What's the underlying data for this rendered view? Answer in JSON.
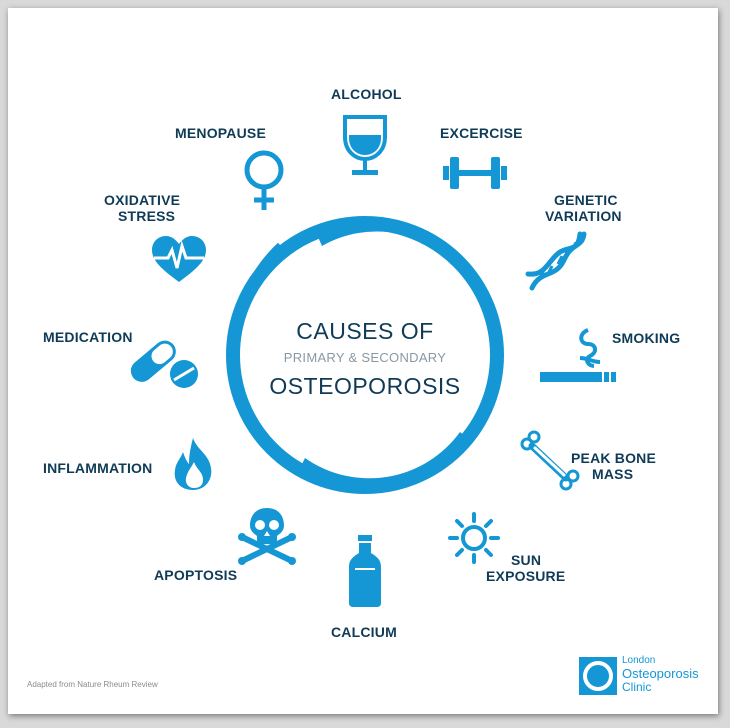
{
  "center": {
    "title_line1": "CAUSES OF",
    "subtitle": "PRIMARY & SECONDARY",
    "title_line2": "OSTEOPOROSIS"
  },
  "causes": {
    "alcohol": "ALCOHOL",
    "exercise": "EXCERCISE",
    "genetic_1": "GENETIC",
    "genetic_2": "VARIATION",
    "smoking": "SMOKING",
    "peak_bone_1": "PEAK BONE",
    "peak_bone_2": "MASS",
    "sun_1": "SUN",
    "sun_2": "EXPOSURE",
    "calcium": "CALCIUM",
    "apoptosis": "APOPTOSIS",
    "inflammation": "INFLAMMATION",
    "medication": "MEDICATION",
    "oxidative_1": "OXIDATIVE",
    "oxidative_2": "STRESS",
    "menopause": "MENOPAUSE"
  },
  "footer": {
    "credit": "Adapted from Nature Rheum Review",
    "logo_line1": "London",
    "logo_line2": "Osteoporosis",
    "logo_line3": "Clinic"
  },
  "colors": {
    "accent": "#1497d4",
    "text": "#0f3b57"
  },
  "icons": [
    "wine-glass-icon",
    "dumbbell-icon",
    "dna-icon",
    "cigarette-icon",
    "bone-icon",
    "sun-icon",
    "milk-bottle-icon",
    "skull-crossbones-icon",
    "flame-icon",
    "pills-icon",
    "heart-pulse-icon",
    "venus-icon"
  ]
}
